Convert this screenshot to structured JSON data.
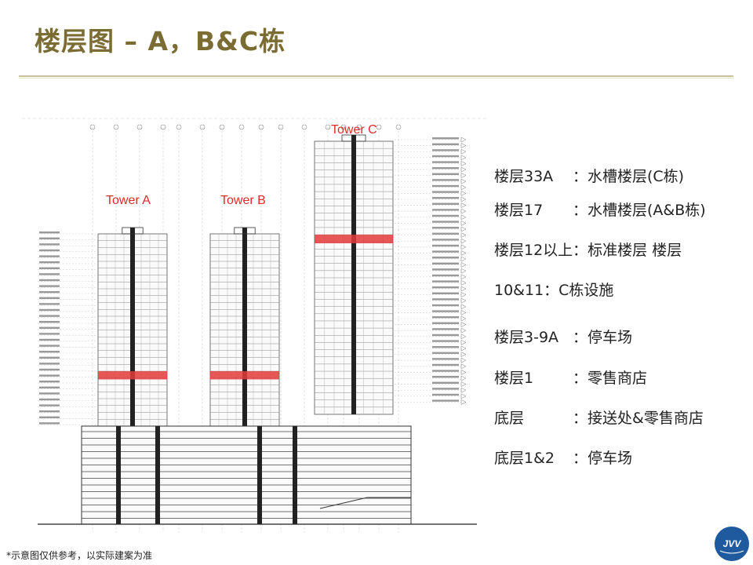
{
  "slide": {
    "title": "楼层图 – A，B&C栋",
    "footnote": "*示意图仅供参考，以实际建案为准"
  },
  "diagram": {
    "tower_labels": [
      "Tower A",
      "Tower B",
      "Tower C"
    ],
    "highlight_color": "#e23b3b"
  },
  "legend": [
    {
      "key": "楼层33A",
      "value": "：水槽楼层(C栋)"
    },
    {
      "key": "楼层17",
      "value": "：水槽楼层(A&B栋)"
    },
    {
      "key": "楼层12以上：标准楼层   楼层",
      "value": ""
    },
    {
      "key": "10&11：C栋设施",
      "value": ""
    },
    {
      "key": "楼层3-9A",
      "value": "：停车场"
    },
    {
      "key": "楼层1",
      "value": "：零售商店"
    },
    {
      "key": "底层",
      "value": "：接送处&零售商店"
    },
    {
      "key": "底层1&2",
      "value": "：停车场"
    }
  ],
  "logo": {
    "text": "JVV",
    "color": "#1f5a9e"
  }
}
